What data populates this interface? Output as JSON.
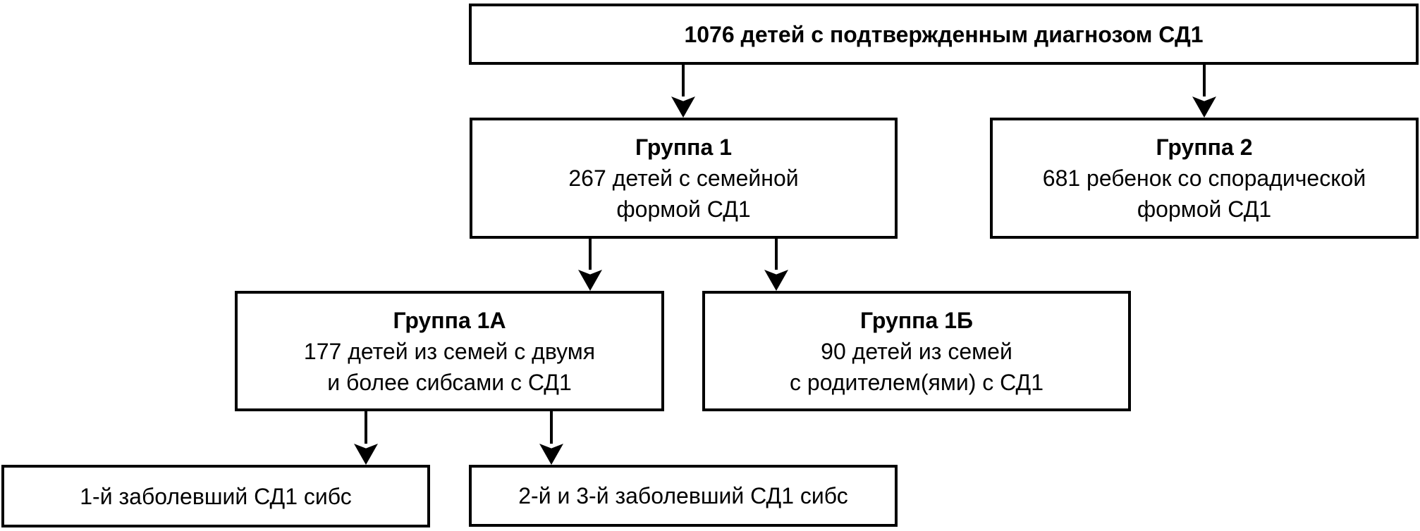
{
  "nodes": {
    "root": {
      "text": "1076 детей с подтвержденным диагнозом СД1"
    },
    "group1": {
      "title": "Группа 1",
      "line1": "267 детей с семейной",
      "line2": "формой СД1"
    },
    "group2": {
      "title": "Группа 2",
      "line1": "681 ребенок со спорадической",
      "line2": "формой СД1"
    },
    "group1a": {
      "title": "Группа 1А",
      "line1": "177 детей из семей с двумя",
      "line2": "и более сибсами с СД1"
    },
    "group1b": {
      "title": "Группа 1Б",
      "line1": "90 детей из семей",
      "line2": "с родителем(ями) с СД1"
    },
    "sib1": {
      "text": "1-й заболевший СД1 сибс"
    },
    "sib23": {
      "text": "2-й и 3-й заболевший СД1 сибс"
    }
  },
  "edges": [
    {
      "from": "root",
      "to": "group1"
    },
    {
      "from": "root",
      "to": "group2"
    },
    {
      "from": "group1",
      "to": "group1a"
    },
    {
      "from": "group1",
      "to": "group1b"
    },
    {
      "from": "group1a",
      "to": "sib1"
    },
    {
      "from": "group1a",
      "to": "sib23"
    }
  ],
  "colors": {
    "border": "#000000",
    "background": "#ffffff",
    "text": "#000000"
  }
}
